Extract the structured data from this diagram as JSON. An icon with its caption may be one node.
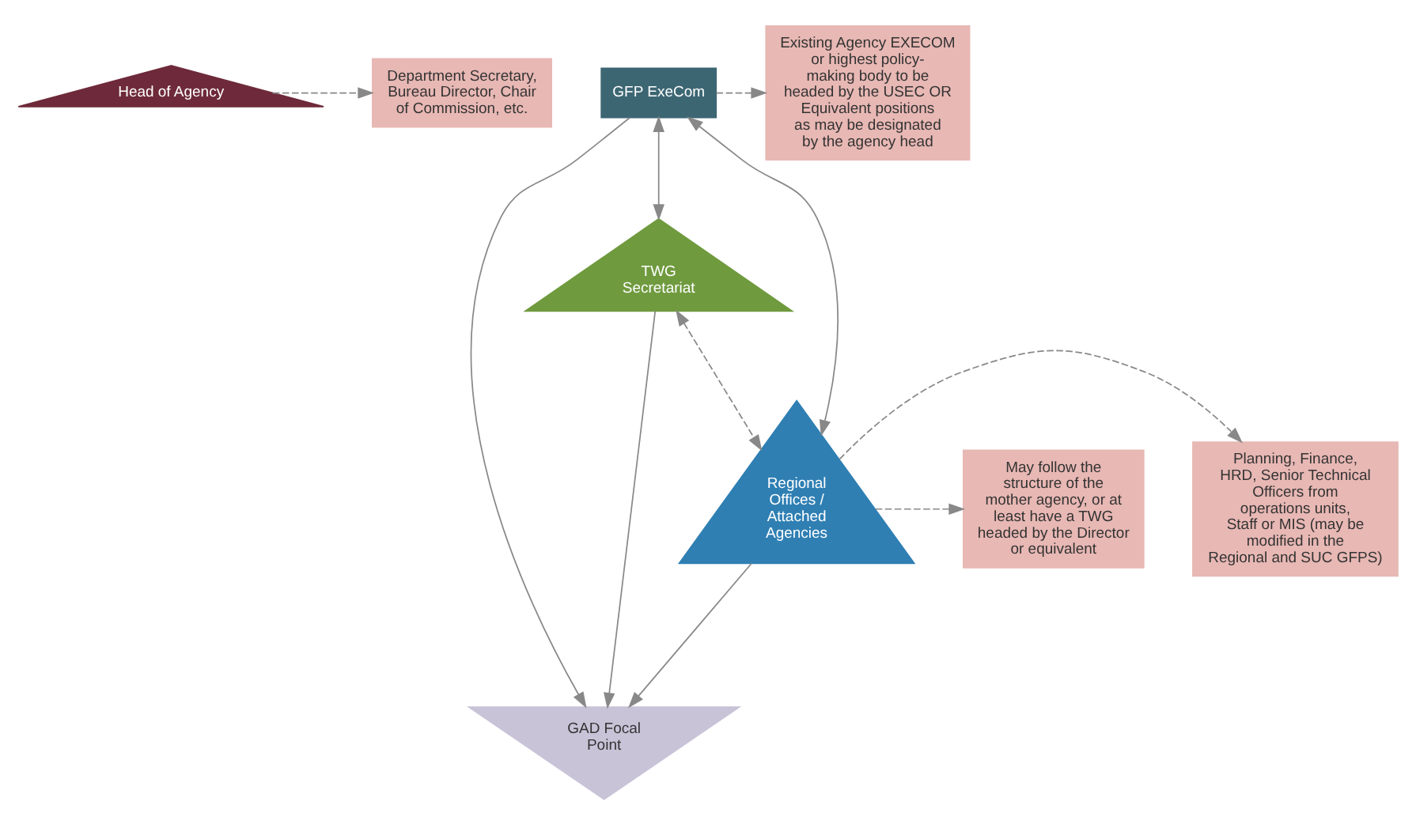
{
  "diagram": {
    "nodes": [
      {
        "text": [
          "Head of Agency"
        ]
      },
      {
        "text": [
          "GFP ExeCom"
        ]
      },
      {
        "text": [
          "GAD Focal Point"
        ]
      },
      {
        "text": [
          "TWG Secretariat"
        ]
      },
      {
        "text": [
          "Regional Offices / Attached Agencies"
        ]
      },
      {
        "text": [
          "Department Secretary, Bureau Director, Chair of Commission, etc."
        ]
      },
      {
        "text": [
          "Existing Agency EXECOM or highest policy-making body to be headed by the USEC OR Equivalent positions as may be designated by the agency head"
        ]
      },
      {
        "text": [
          "Planning, Finance, HRD, Senior Technical Officers from operations units, Staff or MIS (may be modified in the Regional and SUC GFPS)"
        ]
      },
      {
        "text": [
          "May follow the structure of the mother agency, or at least have a TWG headed by the Director or equivalent"
        ]
      }
    ],
    "edges": [
      {
        "from": 0,
        "to": 5,
        "arrow": "to",
        "style": "dashed"
      },
      {
        "from": 1,
        "to": 6,
        "arrow": "to",
        "style": "dashed"
      },
      {
        "from": 1,
        "to": 3,
        "arrow": "both"
      },
      {
        "from": 1,
        "to": 2,
        "arrow": "to"
      },
      {
        "from": 1,
        "to": 4,
        "arrow": "both"
      },
      {
        "from": 3,
        "to": 2,
        "arrow": "to"
      },
      {
        "from": 4,
        "to": 2,
        "arrow": "to"
      },
      {
        "from": 3,
        "to": 4,
        "arrow": "both",
        "style": "dashed"
      },
      {
        "from": 4,
        "to": 7,
        "arrow": "to",
        "style": "dashed"
      },
      {
        "from": 4,
        "to": 8,
        "arrow": "to",
        "style": "dashed"
      }
    ]
  }
}
